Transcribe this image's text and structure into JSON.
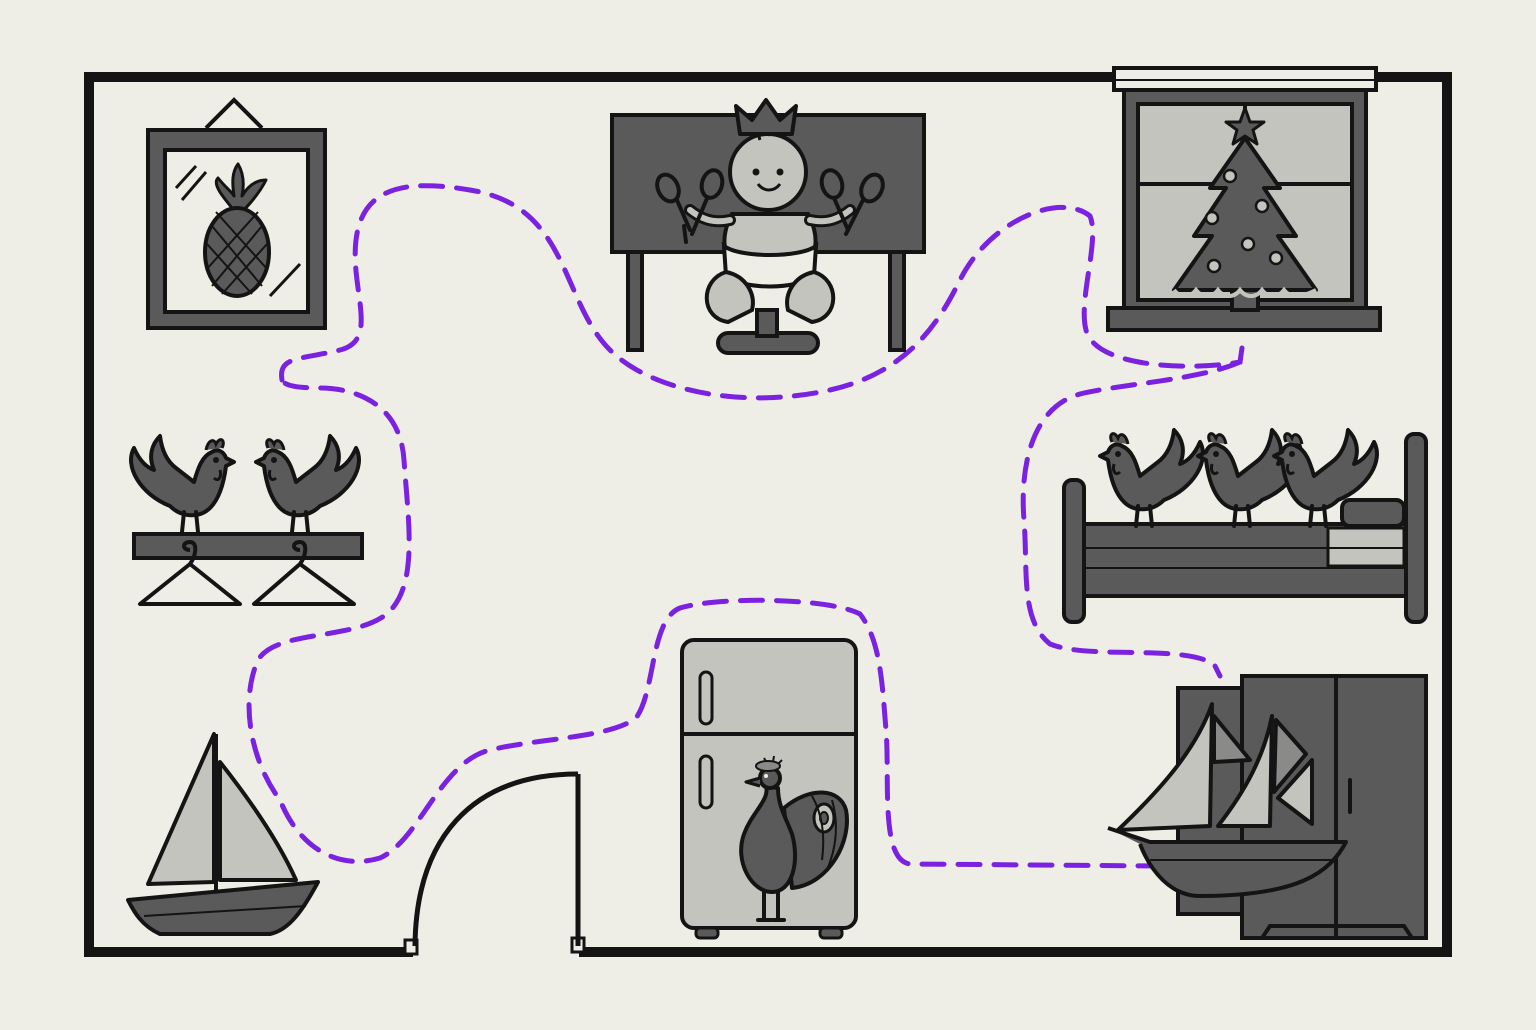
{
  "palette": {
    "background": "#efeee6",
    "ink": "#141414",
    "dark_fill": "#5a5a5a",
    "mid_fill": "#8a8a88",
    "light_fill": "#c4c4bf",
    "path": "#7a22e0"
  },
  "room": {
    "door": "open-doorway",
    "path_style": "dashed"
  },
  "stations": [
    {
      "id": "framed-pineapple",
      "icon": "pineapple-picture-icon"
    },
    {
      "id": "crowned-baby-juggling-spoons",
      "icon": "baby-spoons-icon"
    },
    {
      "id": "christmas-tree-in-window",
      "icon": "christmas-tree-icon"
    },
    {
      "id": "three-roosters-on-bed",
      "icon": "rooster-bed-icon"
    },
    {
      "id": "sailing-ship-in-wardrobe",
      "icon": "ship-wardrobe-icon"
    },
    {
      "id": "peacock-on-fridge",
      "icon": "peacock-fridge-icon"
    },
    {
      "id": "two-roosters-on-coat-rack",
      "icon": "rooster-rack-icon"
    },
    {
      "id": "sailboat-in-corner",
      "icon": "sailboat-icon"
    }
  ]
}
